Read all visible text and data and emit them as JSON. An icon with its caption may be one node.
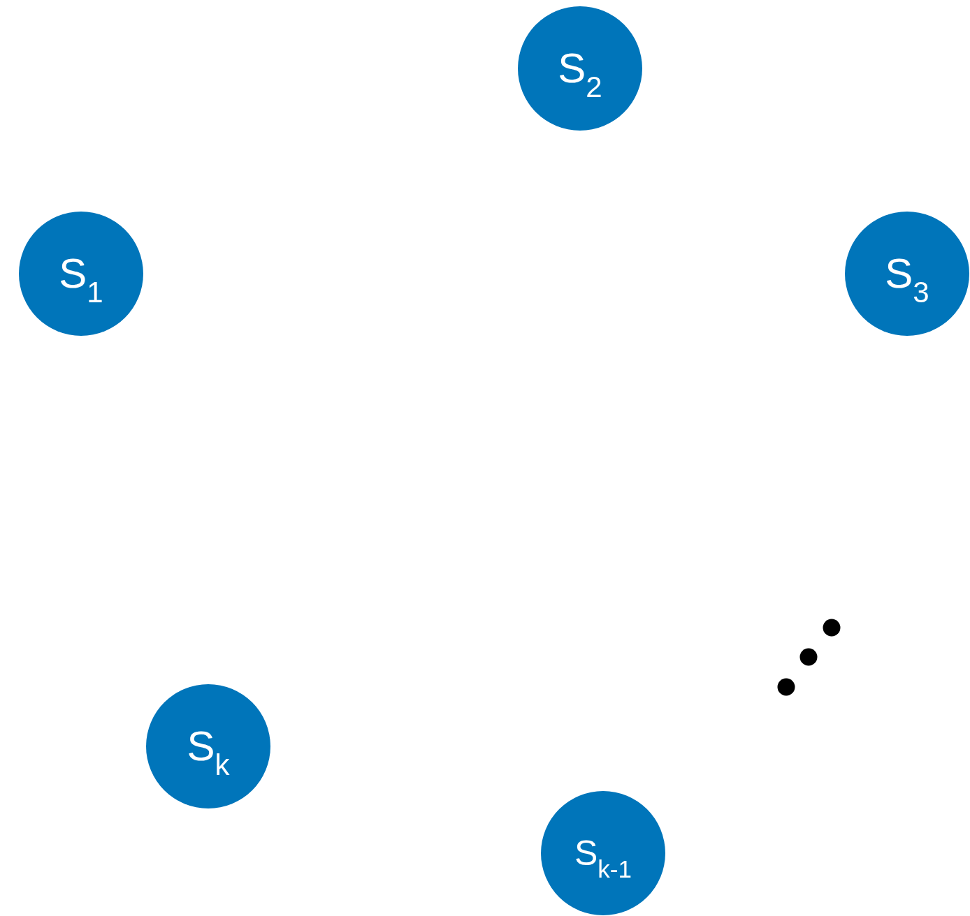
{
  "diagram": {
    "nodes": [
      {
        "text": [
          "S$_{2}$"
        ]
      },
      {
        "text": [
          "S$_{1}$"
        ]
      },
      {
        "text": [
          "S$_{3}$"
        ]
      },
      {
        "text": [
          "S$_{k}$"
        ]
      },
      {
        "text": [
          "S$_{k-1}$"
        ]
      }
    ]
  }
}
